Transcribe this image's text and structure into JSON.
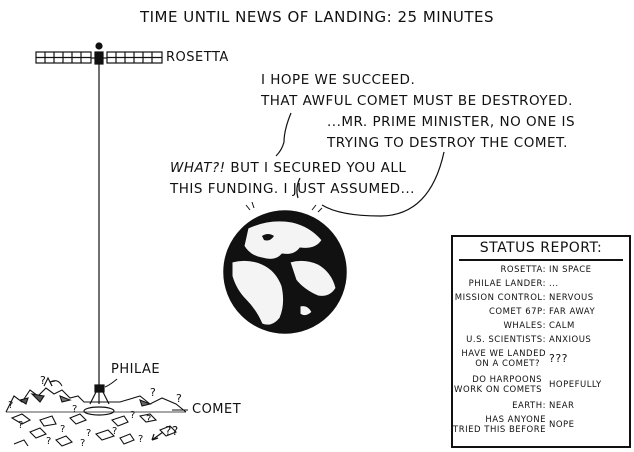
{
  "title": "Time until news of landing: 25 minutes",
  "labels": {
    "rosetta": "Rosetta",
    "philae": "Philae",
    "comet": "Comet"
  },
  "dialogue": {
    "line1a": "I hope we succeed.",
    "line1b": "That awful comet must be destroyed.",
    "line2a": "...Mr. Prime Minister, no one is",
    "line2b": "trying to destroy the comet.",
    "line3a_em": "What?!",
    "line3a_rest": " But I secured you all",
    "line3b": "this funding. I just assumed..."
  },
  "comet_marks": [
    "?",
    "?",
    "?",
    "?",
    "?",
    "?",
    "?",
    "?",
    "?",
    "?",
    "?",
    "?",
    "?",
    "?",
    "??"
  ],
  "status_report": {
    "title": "Status Report:",
    "rows": [
      {
        "key": "Rosetta:",
        "value": "In space"
      },
      {
        "key": "Philae lander:",
        "value": "..."
      },
      {
        "key": "Mission control:",
        "value": "Nervous"
      },
      {
        "key": "Comet 67P:",
        "value": "Far away"
      },
      {
        "key": "Whales:",
        "value": "Calm"
      },
      {
        "key": "U.S. Scientists:",
        "value": "Anxious"
      },
      {
        "key": "Have we landed on a comet?",
        "key2": "on a comet?",
        "key1": "Have we landed",
        "value": "???"
      },
      {
        "key1": "Do harpoons",
        "key2": "work on comets",
        "value": "Hopefully"
      },
      {
        "key": "Earth:",
        "value": "Near"
      },
      {
        "key1": "Has anyone",
        "key2": "tried this before",
        "value": "Nope"
      }
    ]
  }
}
